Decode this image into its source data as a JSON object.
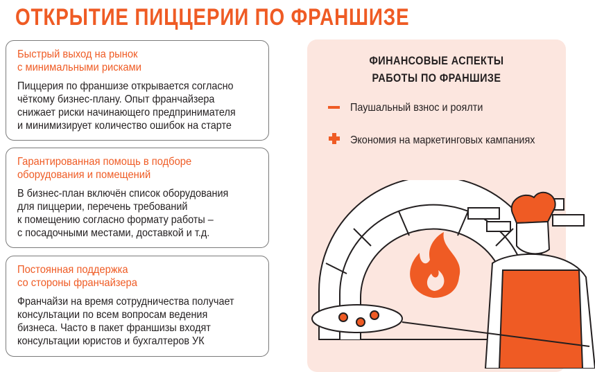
{
  "title": "ОТКРЫТИЕ ПИЦЦЕРИИ ПО ФРАНШИЗЕ",
  "cards": [
    {
      "heading": "Быстрый выход на рынок\nс минимальными рисками",
      "text": "Пиццерия по франшизе открывается согласно\nчёткому бизнес-плану. Опыт франчайзера\nснижает риски начинающего предпринимателя\nи минимизирует количество ошибок на старте"
    },
    {
      "heading": "Гарантированная помощь в подборе\nоборудования и помещений",
      "text": "В бизнес-план включён список оборудования\nдля пиццерии, перечень требований\nк помещению согласно формату работы –\nс посадочными местами, доставкой и т.д."
    },
    {
      "heading": "Постоянная поддержка\nсо стороны франчайзера",
      "text": "Франчайзи на время сотрудничества получает\nконсультации по всем вопросам ведения\nбизнеса. Часто в пакет франшизы входят\nконсультации юристов и бухгалтеров УК"
    }
  ],
  "panel": {
    "title": "ФИНАНСОВЫЕ АСПЕКТЫ\nРАБОТЫ ПО ФРАНШИЗЕ",
    "items": [
      {
        "icon": "minus-icon",
        "text": "Паушальный взнос и роялти"
      },
      {
        "icon": "plus-icon",
        "text": "Экономия на маркетинговых кампаниях"
      }
    ]
  },
  "colors": {
    "accent": "#ef5b24",
    "panel_bg": "#fce6df"
  }
}
